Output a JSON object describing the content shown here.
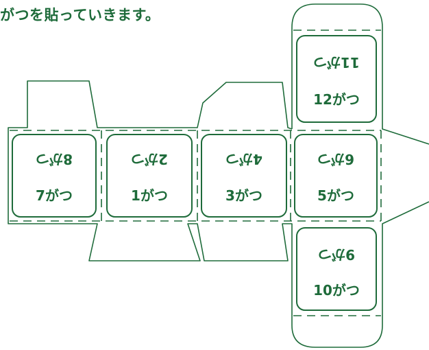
{
  "heading": "がつを貼っていきます。",
  "colors": {
    "stroke": "#1e6b3a",
    "background": "#ffffff"
  },
  "panels": [
    {
      "id": "p-top",
      "upper": "11がつ",
      "lower": "12がつ"
    },
    {
      "id": "p-c1",
      "upper": "8がつ",
      "lower": "7がつ"
    },
    {
      "id": "p-c2",
      "upper": "2がつ",
      "lower": "1がつ"
    },
    {
      "id": "p-c3",
      "upper": "4がつ",
      "lower": "3がつ"
    },
    {
      "id": "p-c4",
      "upper": "6がつ",
      "lower": "5がつ"
    },
    {
      "id": "p-bottom",
      "upper": "9がつ",
      "lower": "10がつ"
    }
  ]
}
